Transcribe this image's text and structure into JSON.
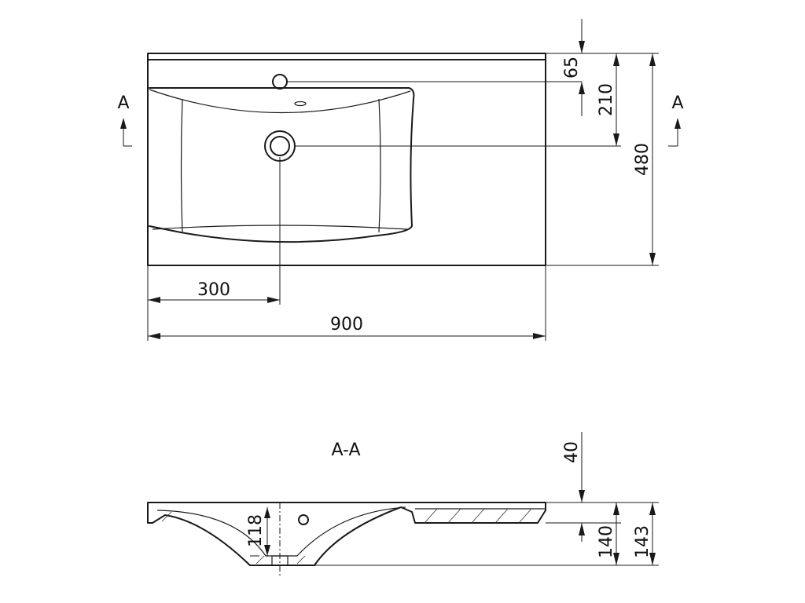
{
  "drawing": {
    "plan_view": {
      "section_markers": {
        "left": "A",
        "right": "A"
      },
      "dimensions": {
        "overall_width": "900",
        "tap_hole_offset": "300",
        "tap_hole_from_back": "65",
        "drain_from_back": "210",
        "overall_depth": "480"
      }
    },
    "section_view": {
      "title": "A-A",
      "dimensions": {
        "rim_thickness": "40",
        "bowl_depth": "118",
        "drain_depth": "140",
        "overall_height": "143"
      }
    }
  },
  "colors": {
    "line": "#1a1a1a",
    "background": "#ffffff"
  }
}
